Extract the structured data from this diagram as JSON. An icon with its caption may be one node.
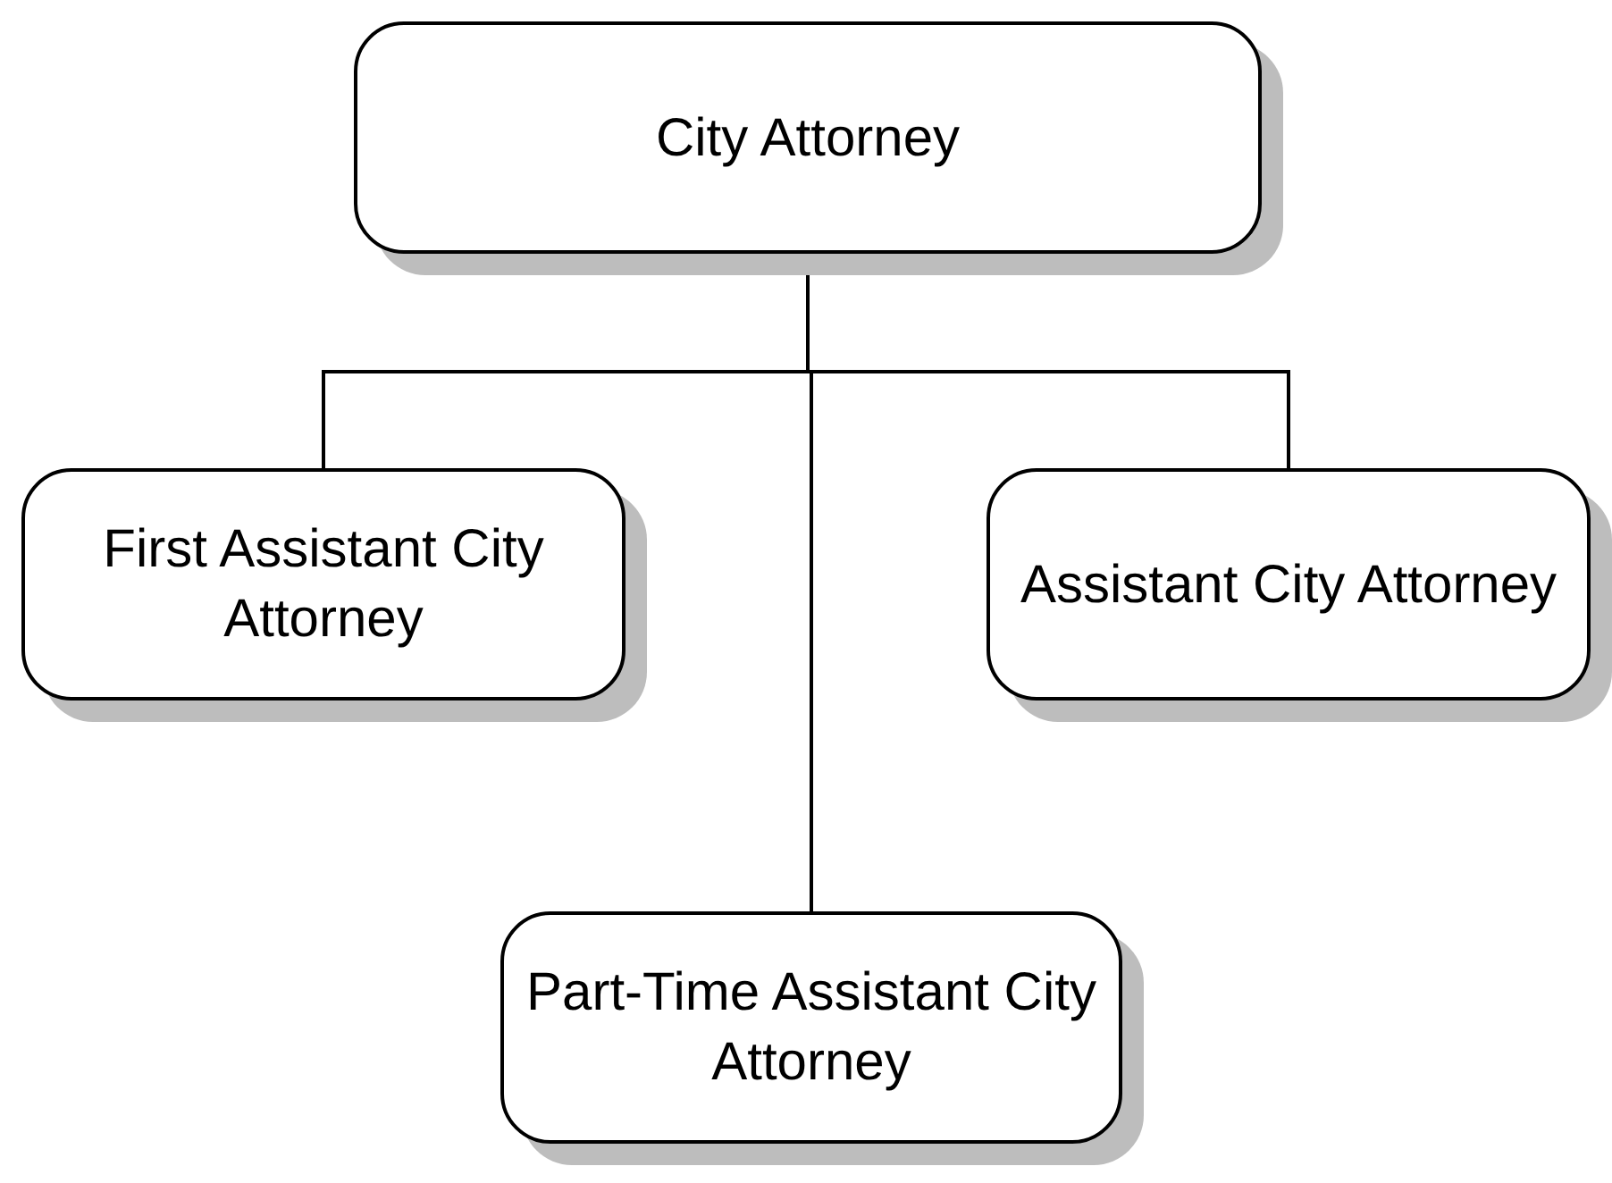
{
  "diagram": {
    "nodes": [
      {
        "text": [
          "City Attorney"
        ]
      },
      {
        "text": [
          "First Assistant City Attorney"
        ]
      },
      {
        "text": [
          "Assistant City Attorney"
        ]
      },
      {
        "text": [
          "Part-Time Assistant City Attorney"
        ]
      }
    ],
    "edges": [
      {
        "from": 0,
        "to": 1,
        "arrow": "none"
      },
      {
        "from": 0,
        "to": 2,
        "arrow": "none"
      },
      {
        "from": 0,
        "to": 3,
        "arrow": "none"
      }
    ]
  }
}
